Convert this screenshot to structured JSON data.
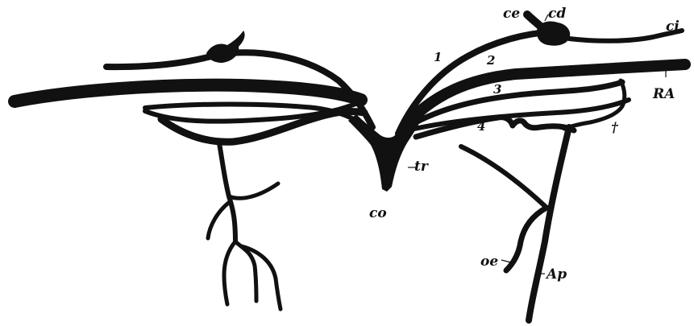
{
  "figure": {
    "labels": {
      "ce": "ce",
      "cd": "cd",
      "ci": "ci",
      "n1": "1",
      "n2": "2",
      "n3": "3",
      "n4": "4",
      "ra": "RA",
      "dagger": "†",
      "tr": "tr",
      "co": "co",
      "oe": "oe",
      "ap": "Ap"
    },
    "ink_color": "#111111",
    "paper_color": "#ffffff"
  }
}
